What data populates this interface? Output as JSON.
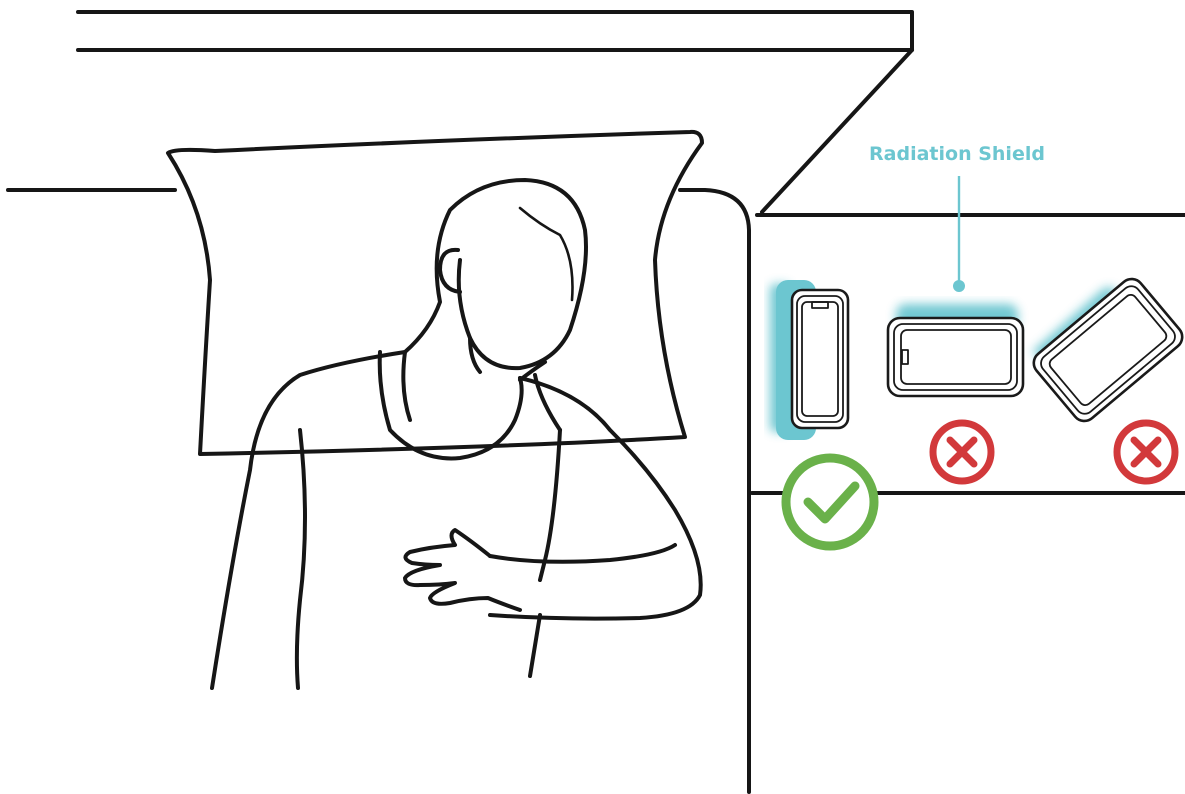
{
  "annotation": {
    "label": "Radiation Shield"
  },
  "colors": {
    "shield": "#6cc6d0",
    "correct": "#6ab14a",
    "wrong": "#d2393b",
    "line": "#161616"
  },
  "placements": [
    {
      "id": "phone-vertical-shield-facing-bed",
      "verdict": "correct",
      "icon": "check-icon"
    },
    {
      "id": "phone-flat-shield-on-top",
      "verdict": "wrong",
      "icon": "x-icon"
    },
    {
      "id": "phone-tilted-shield-on-top",
      "verdict": "wrong",
      "icon": "x-icon"
    }
  ]
}
